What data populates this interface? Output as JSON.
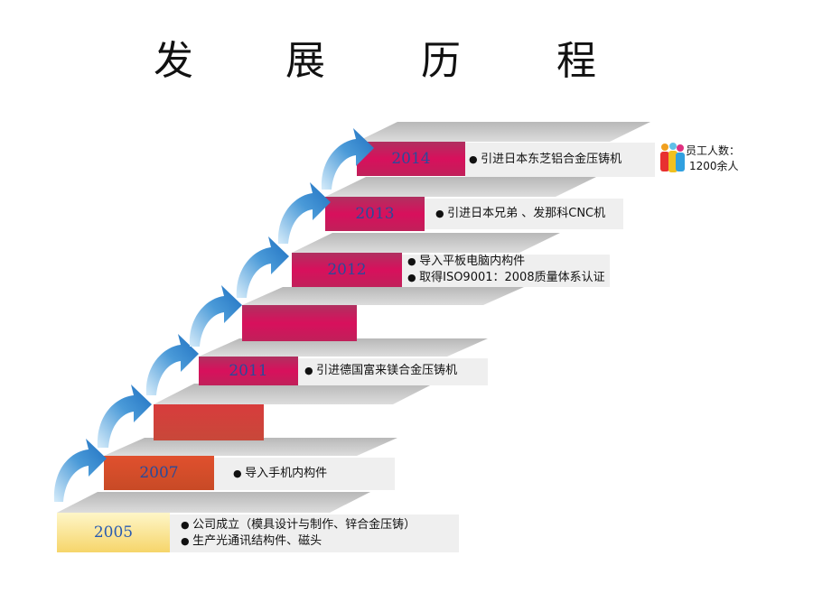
{
  "title": [
    "发",
    "展",
    "历",
    "程"
  ],
  "milestones": [
    {
      "year": "2005",
      "items": [
        "公司成立（模具设计与制作、锌合金压铸）",
        "生产光通讯结构件、磁头"
      ]
    },
    {
      "year": "2007",
      "items": [
        "导入手机内构件"
      ]
    },
    {
      "year": "",
      "items": []
    },
    {
      "year": "2011",
      "items": [
        "引进德国富来镁合金压铸机"
      ]
    },
    {
      "year": "",
      "items": []
    },
    {
      "year": "2012",
      "items": [
        "导入平板电脑内构件",
        "取得ISO9001：2008质量体系认证"
      ]
    },
    {
      "year": "2013",
      "items": [
        "引进日本兄弟 、发那科CNC机"
      ]
    },
    {
      "year": "2014",
      "items": [
        "引进日本东芝铝合金压铸机"
      ]
    }
  ],
  "staff": {
    "line1": "员工人数：",
    "line2": "1200余人",
    "icon": "people-icon"
  },
  "colors": {
    "year_2005": "#fbe9a0",
    "orange": "#d0502a",
    "magenta": "#d0105a",
    "step_gray": "#c9c9c9",
    "arrow_blue": "#2f7fc8"
  }
}
